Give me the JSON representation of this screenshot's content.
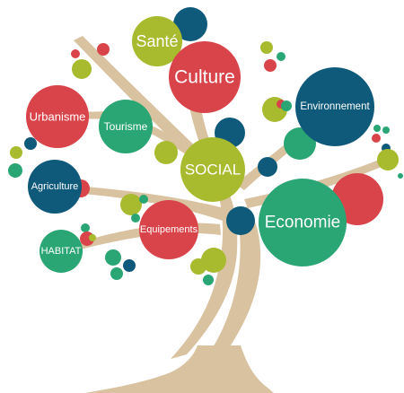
{
  "colors": {
    "trunk": "#d9c2a0",
    "red": "#d9434a",
    "green": "#2aa574",
    "navy": "#0f5a7a",
    "olive": "#a8ba2e",
    "text": "#ffffff"
  },
  "diagram": {
    "labels": {
      "sante": "Santé",
      "culture": "Culture",
      "urbanisme": "Urbanisme",
      "tourisme": "Tourisme",
      "environnement": "Environnement",
      "social": "SOCIAL",
      "agriculture": "Agriculture",
      "economie": "Economie",
      "equipements": "Equipements",
      "habitat": "HABITAT"
    }
  }
}
